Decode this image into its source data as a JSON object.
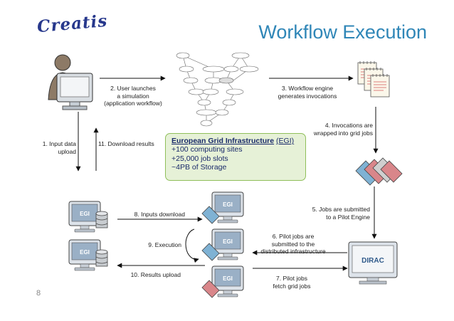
{
  "logo": "Creatis",
  "title": "Workflow Execution",
  "page_number": "8",
  "steps": {
    "s1": [
      "1. Input data",
      "upload"
    ],
    "s2": [
      "2. User launches",
      "a simulation",
      "(application workflow)"
    ],
    "s3": [
      "3. Workflow engine",
      "generates invocations"
    ],
    "s4": [
      "4. Invocations are",
      "wrapped into grid jobs"
    ],
    "s5": [
      "5. Jobs are submitted",
      "to a Pilot Engine"
    ],
    "s6": [
      "6. Pilot jobs are",
      "submitted to the",
      "distributed infrastructure"
    ],
    "s7": [
      "7. Pilot jobs",
      "fetch grid jobs"
    ],
    "s8": [
      "8. Inputs download"
    ],
    "s9": [
      "9. Execution"
    ],
    "s10": [
      "10. Results upload"
    ],
    "s11": [
      "11. Download results"
    ]
  },
  "egi": {
    "name": "European Grid Infrastructure",
    "abbr": "(EGI)",
    "facts": [
      "+100 computing sites",
      "+25,000 job slots",
      "~4PB of Storage"
    ]
  },
  "monitor_label": "EGI",
  "pilot_engine_label": "DIRAC",
  "colors": {
    "title": "#2f86b7",
    "logo": "#27388c",
    "egi_fill": "#e6f1d7",
    "egi_border": "#8fbf5a",
    "tag_blue": "#7fb2d4",
    "tag_red": "#d9868a"
  }
}
